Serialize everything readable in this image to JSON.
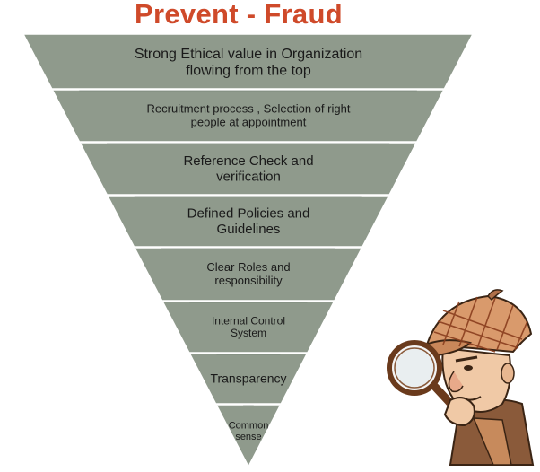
{
  "title": "Prevent - Fraud",
  "colors": {
    "title": "#cf4a2a",
    "layer_fill": "#8f9a8c",
    "layer_stroke": "#ffffff",
    "text": "#1a1a1a"
  },
  "layers": [
    {
      "lines": [
        "Strong Ethical value in Organization",
        "flowing from the top"
      ]
    },
    {
      "lines": [
        "Recruitment process , Selection of right",
        "people at appointment"
      ]
    },
    {
      "lines": [
        "Reference Check and",
        "verification"
      ]
    },
    {
      "lines": [
        "Defined Policies and",
        "Guidelines"
      ]
    },
    {
      "lines": [
        "Clear Roles and",
        "responsibility"
      ]
    },
    {
      "lines": [
        "Internal  Control",
        "System"
      ]
    },
    {
      "lines": [
        "Transparency"
      ]
    },
    {
      "lines": [
        "Common",
        "sense"
      ]
    }
  ],
  "illustration": {
    "icon": "detective-magnifying-glass-icon"
  }
}
